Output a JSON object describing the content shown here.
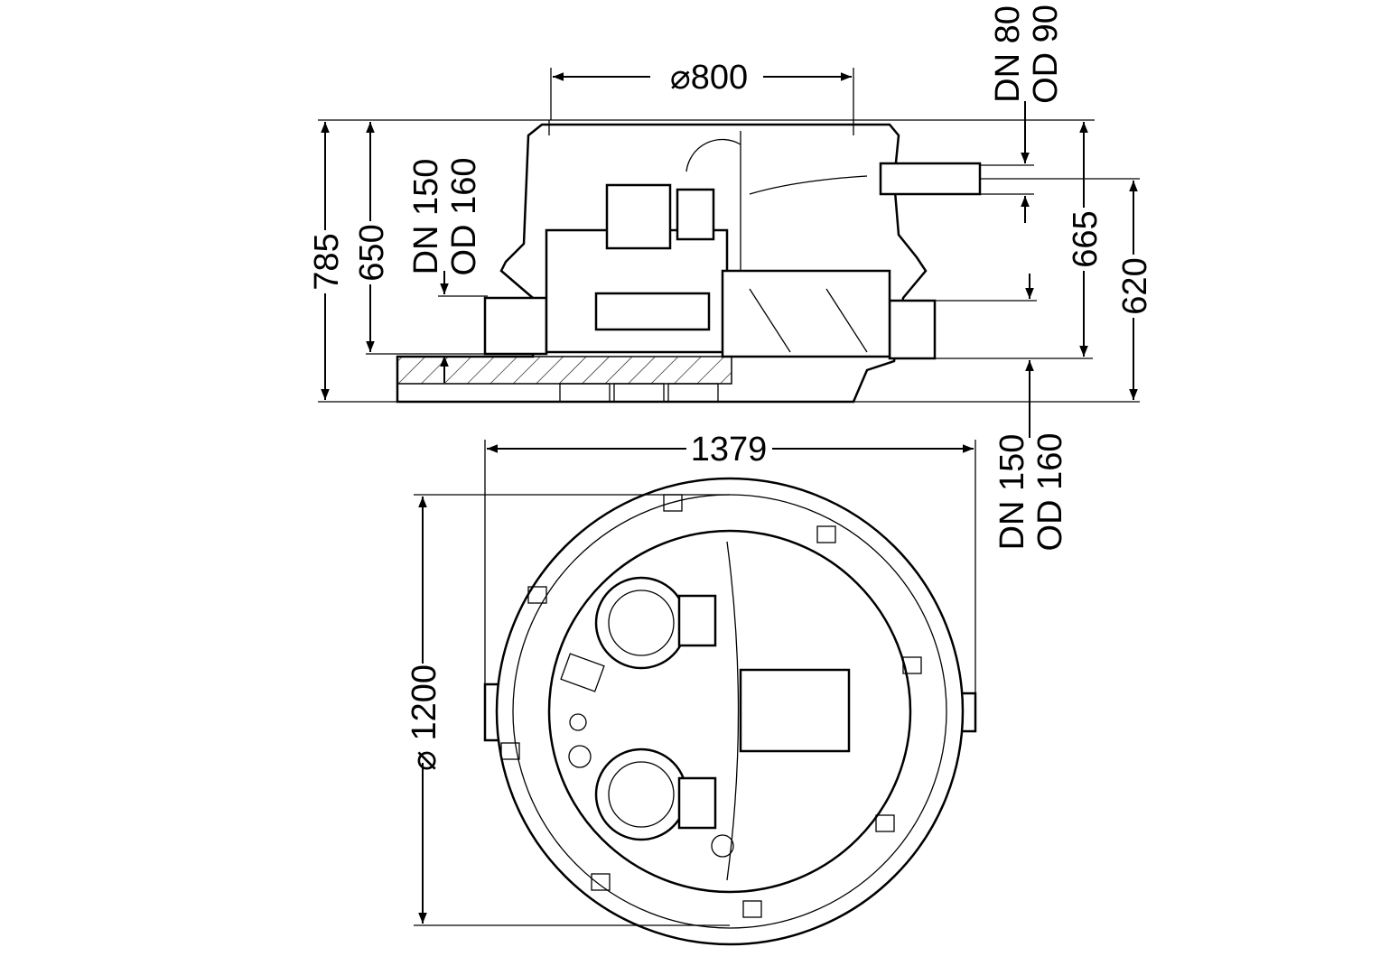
{
  "elevation_view": {
    "cover_diameter": "⌀800",
    "total_height": "785",
    "inlet_height": "650",
    "inlet_left": {
      "dn": "DN 150",
      "od": "OD 160"
    },
    "outlet_pressure": {
      "dn": "DN 80",
      "od": "OD 90"
    },
    "outlet_height": "665",
    "inlet_right_height": "620",
    "inlet_right": {
      "dn": "DN 150",
      "od": "OD 160"
    }
  },
  "plan_view": {
    "overall_width": "1379",
    "tank_diameter": "⌀ 1200"
  },
  "colors": {
    "line": "#000000",
    "background": "#ffffff"
  }
}
